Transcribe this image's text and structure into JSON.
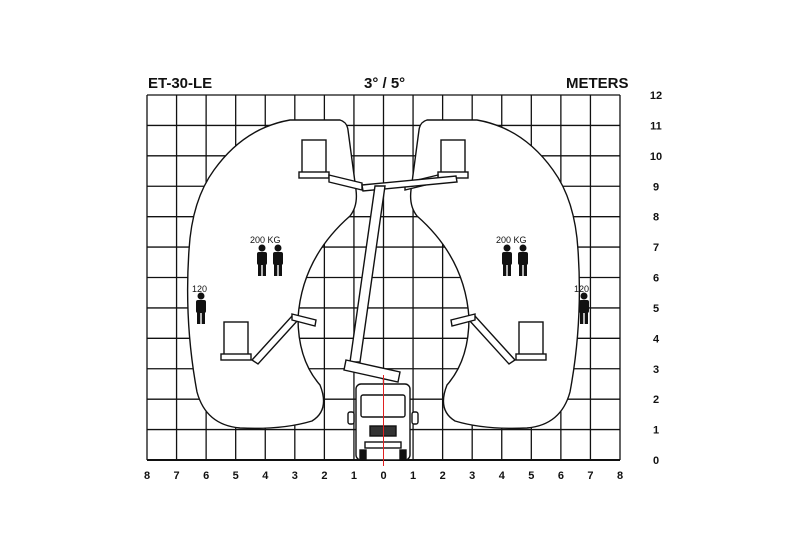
{
  "header": {
    "model": "ET-30-LE",
    "angle": "3° / 5°",
    "unit": "METERS"
  },
  "axes": {
    "x_labels": [
      "8",
      "7",
      "6",
      "5",
      "4",
      "3",
      "2",
      "1",
      "0",
      "1",
      "2",
      "3",
      "4",
      "5",
      "6",
      "7",
      "8"
    ],
    "y_labels": [
      "0",
      "1",
      "2",
      "3",
      "4",
      "5",
      "6",
      "7",
      "8",
      "9",
      "10",
      "11",
      "12"
    ]
  },
  "load_labels": {
    "left_two_person": "200  KG",
    "left_one_person": "120",
    "right_two_person": "200  KG",
    "right_one_person": "120"
  },
  "colors": {
    "line": "#111111",
    "centerline": "#e02020"
  }
}
